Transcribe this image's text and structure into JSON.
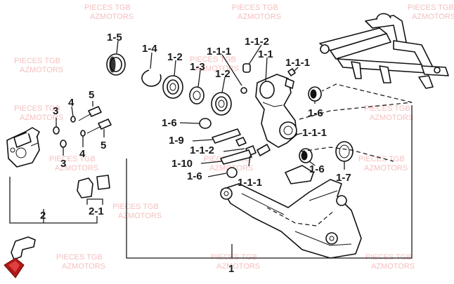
{
  "watermark": {
    "line1": "PIECES TGB",
    "line2": "AZMOTORS"
  },
  "labels": {
    "p1": "1",
    "p1_1": "1-1",
    "p1_1_1_top": "1-1-1",
    "p1_1_1_right": "1-1-1",
    "p1_1_1_mid": "1-1-1",
    "p1_1_1_bottom": "1-1-1",
    "p1_1_2_top": "1-1-2",
    "p1_1_2_mid": "1-1-2",
    "p1_2_a": "1-2",
    "p1_2_b": "1-2",
    "p1_3": "1-3",
    "p1_4": "1-4",
    "p1_5": "1-5",
    "p1_6_left": "1-6",
    "p1_6_right": "1-6",
    "p1_6_bl": "1-6",
    "p1_6_br": "1-6",
    "p1_7": "1-7",
    "p1_9": "1-9",
    "p1_10": "1-10",
    "p2": "2",
    "p2_1": "2-1",
    "p3_a": "3",
    "p3_b": "3",
    "p4_a": "4",
    "p4_b": "4",
    "p5_a": "5",
    "p5_b": "5"
  }
}
